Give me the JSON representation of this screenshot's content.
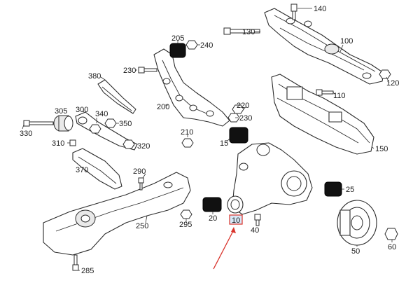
{
  "colors": {
    "bushing_fill": "#000000",
    "highlight_border": "#d9322a",
    "highlight_fill": "#d7e8f7",
    "arrow": "#d9322a",
    "line": "#2b2b2b"
  },
  "callouts": {
    "c140": "140",
    "c130": "130",
    "c100": "100",
    "c120": "120",
    "c110": "110",
    "c205": "205",
    "c240": "240",
    "c230": "230",
    "c380": "380",
    "c200": "200",
    "c220": "220",
    "c230b": "230",
    "c305": "305",
    "c300": "300",
    "c340": "340",
    "c350": "350",
    "c330": "330",
    "c210": "210",
    "c15": "15",
    "c150": "150",
    "c310": "310",
    "c320": "320",
    "c370": "370",
    "c290": "290",
    "c25": "25",
    "c250": "250",
    "c295": "295",
    "c20": "20",
    "c10": "10",
    "c40": "40",
    "c50": "50",
    "c60": "60",
    "c285": "285"
  }
}
